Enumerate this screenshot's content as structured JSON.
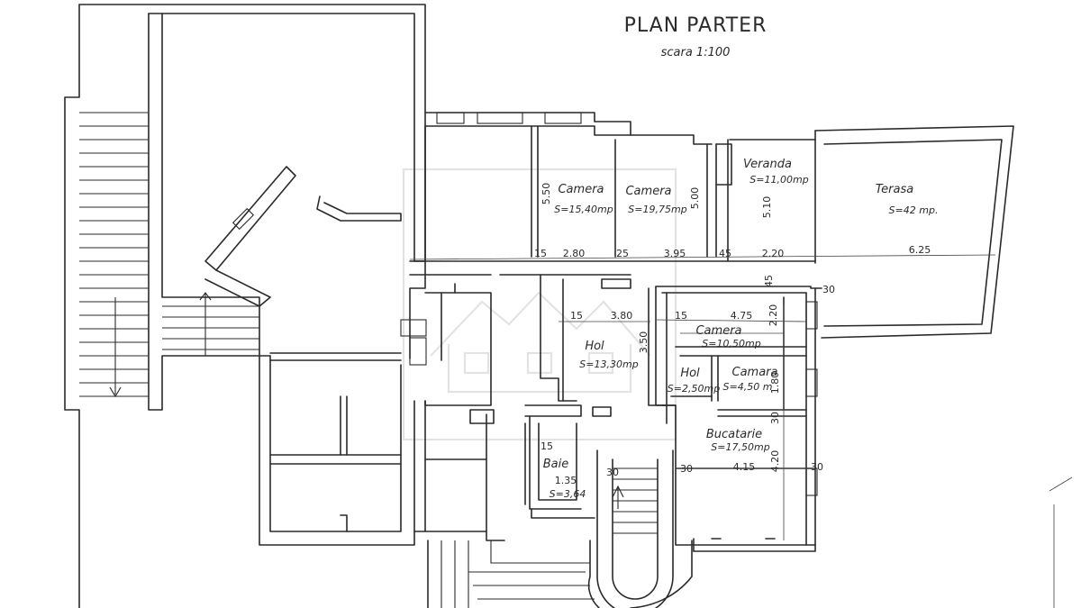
{
  "title": "PLAN PARTER",
  "scale": "scara 1:100",
  "rooms": [
    {
      "name": "Camera",
      "area": "S=15,40mp"
    },
    {
      "name": "Camera",
      "area": "S=19,75mp"
    },
    {
      "name": "Veranda",
      "area": "S=11,00mp"
    },
    {
      "name": "Terasa",
      "area": "S=42 mp."
    },
    {
      "name": "Hol",
      "area": "S=13,30mp"
    },
    {
      "name": "Camera",
      "area": "S=10,50mp"
    },
    {
      "name": "Hol",
      "area": "S=2,50mp"
    },
    {
      "name": "Camara",
      "area": "S=4,50 m"
    },
    {
      "name": "Bucatarie",
      "area": "S=17,50mp"
    },
    {
      "name": "Baie",
      "area": "S=3,64"
    }
  ],
  "dimensions": {
    "d_15a": "15",
    "d_280": "2.80",
    "d_25": "25",
    "d_395": "3.95",
    "d_45a": "45",
    "d_220": "2.20",
    "d_625": "6.25",
    "d_550": "5.50",
    "d_500": "5.00",
    "d_510": "5.10",
    "d_45b": "45",
    "d_30a": "30",
    "d_15b": "15",
    "d_380": "3.80",
    "d_350": "3.50",
    "d_15c": "15",
    "d_475": "4.75",
    "d_220b": "2.20",
    "d_180": "1.80",
    "d_30b": "30",
    "d_415": "4.15",
    "d_420": "4.20",
    "d_30c": "30",
    "d_30d": "30",
    "d_15d": "15",
    "d_135": "1.35",
    "d_30e": "30"
  }
}
